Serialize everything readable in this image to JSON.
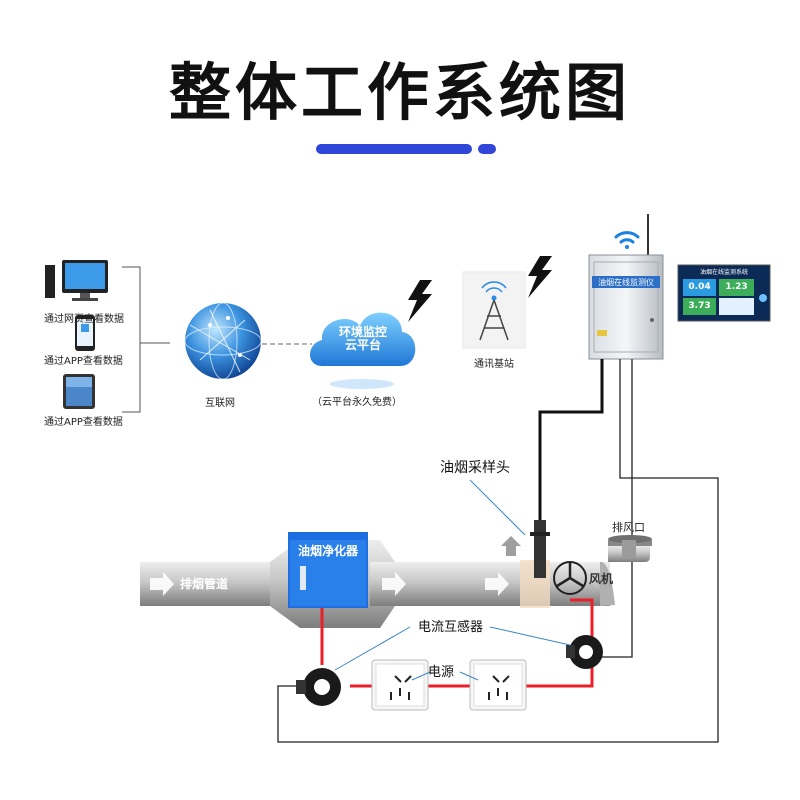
{
  "title": "整体工作系统图",
  "devices": {
    "web_label": "通过网页查看数据",
    "phone_label": "通过APP查看数据",
    "tablet_label": "通过APP查看数据"
  },
  "internet_label": "互联网",
  "cloud": {
    "line1": "环境监控",
    "line2": "云平台",
    "caption": "（云平台永久免费）"
  },
  "base_station_label": "通讯基站",
  "monitor": {
    "cabinet_label": "油烟在线监测仪",
    "screen_title": "油烟在线监测系统",
    "value1": "0.04",
    "value2": "1.23",
    "value3": "3.73"
  },
  "pipeline": {
    "sampling_head": "油烟采样头",
    "exhaust_outlet": "排风口",
    "purifier": "油烟净化器",
    "duct": "排烟管道",
    "fan": "风机",
    "ct_label": "电流互感器",
    "power_label": "电源"
  }
}
